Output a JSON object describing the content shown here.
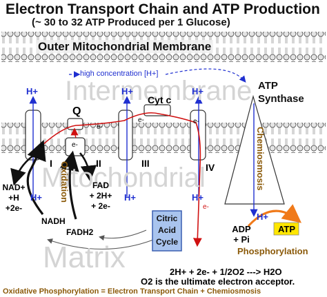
{
  "title": "Electron Transport Chain and ATP Production",
  "subtitle": "(~ 30 to 32 ATP Produced per 1 Glucose)",
  "outer_membrane_label": "Outer Mitochondrial Membrane",
  "watermarks": {
    "intermembrane": "Intermembrane",
    "mitochondrial": "Mitochondrial",
    "matrix": "Matrix"
  },
  "high_concentration_label": "high concentration [H+]",
  "atp_synthase_label": "ATP\nSynthase",
  "chemiosmosis_label": "Chemiosmosis",
  "oxidation_label": "Oxidation",
  "h_plus": "H+",
  "electron": "e-",
  "complexes": {
    "one": "I",
    "two": "II",
    "three": "III",
    "four": "IV",
    "q": "Q",
    "cyt_c": "Cyt c"
  },
  "left_reaction": {
    "nad_plus": "NAD+\n+H\n+2e-",
    "nadh": "NADH",
    "fad_plus": "FAD\n+ 2H+\n+ 2e-",
    "fadh2": "FADH2"
  },
  "citric_acid_cycle": "Citric\nAcid\nCycle",
  "phosphorylation": {
    "adp_pi": "ADP\n+ Pi",
    "atp": "ATP",
    "label": "Phosphorylation"
  },
  "water_equation": "2H+ + 2e- + 1/2O2 ---> H2O",
  "oxygen_statement": "O2 is the ultimate electron acceptor.",
  "footer": "Oxidative Phosphorylation = Electron Transport Chain + Chemiosmosis",
  "colors": {
    "membrane_fill": "#e8e8e8",
    "protein_fill": "#ffffff",
    "proton_blue": "#1f2fd0",
    "electron_red": "#d01010",
    "citric_fill": "#a9c4ee",
    "atp_fill": "#ffe600",
    "arrow_orange": "#f07a1a",
    "brown_text": "#8b5a0a"
  }
}
